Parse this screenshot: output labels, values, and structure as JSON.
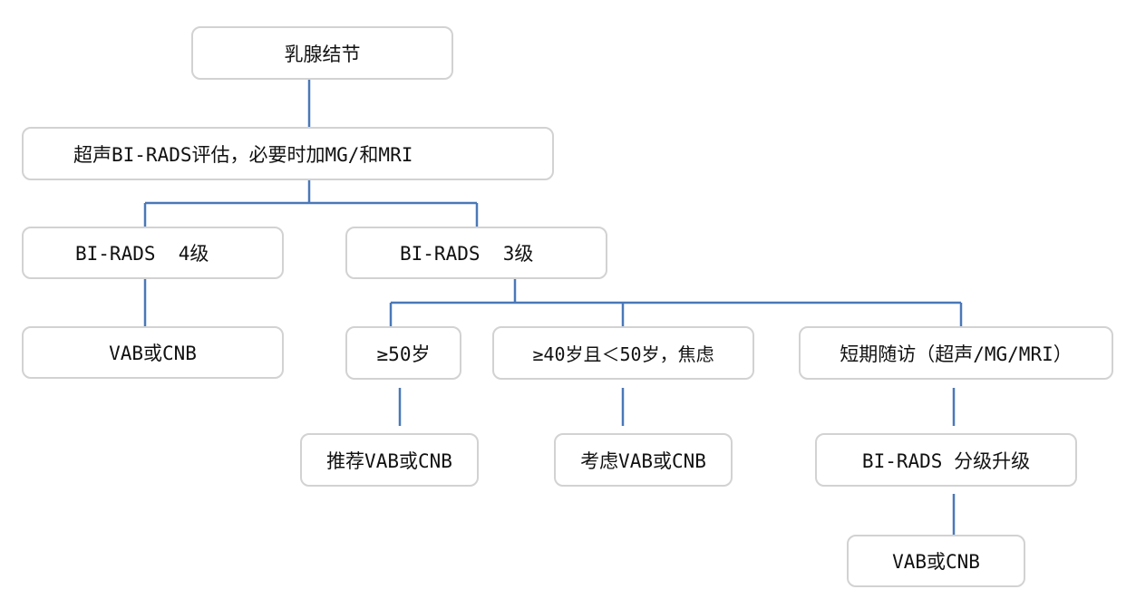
{
  "colors": {
    "connector": "#4a78b8",
    "node_border": "#d2d2d2",
    "text": "#111111",
    "background": "#ffffff"
  },
  "nodes": {
    "root": "乳腺结节",
    "assessment": "超声BI-RADS评估，必要时加MG/和MRI",
    "birads4": "BI-RADS  4级",
    "birads3": "BI-RADS  3级",
    "birads4_action": "VAB或CNB",
    "age_50_plus": "≥50岁",
    "age_40_50_anxiety": "≥40岁且＜50岁，焦虑",
    "short_followup": "短期随访（超声/MG/MRI）",
    "recommend_vab_cnb": "推荐VAB或CNB",
    "consider_vab_cnb": "考虑VAB或CNB",
    "birads_upgrade": "BI-RADS 分级升级",
    "upgrade_action": "VAB或CNB"
  }
}
